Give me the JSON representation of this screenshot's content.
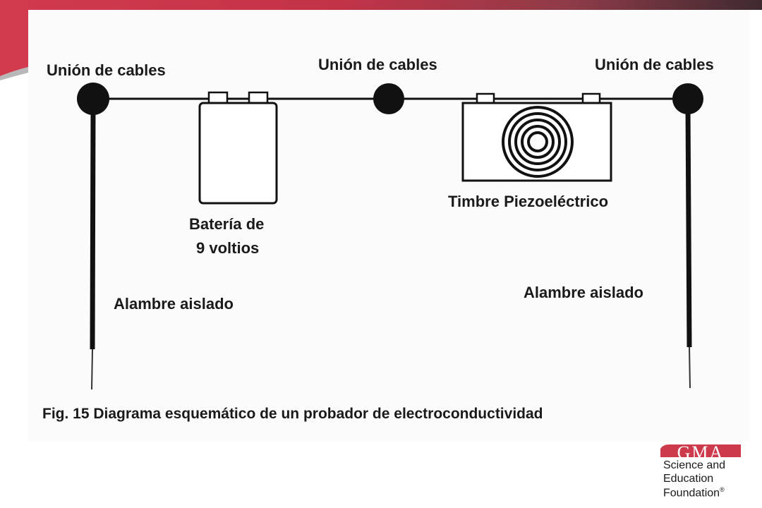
{
  "colors": {
    "brand_red": "#cc3a4c",
    "brand_dark": "#4a2a33",
    "wire": "#111111",
    "text": "#1a1a1a"
  },
  "labels": {
    "junction_left": "Unión de cables",
    "junction_center": "Unión de cables",
    "junction_right": "Unión de cables",
    "battery_line1": "Batería de",
    "battery_line2": "9 voltios",
    "buzzer": "Timbre Piezoeléctrico",
    "wire_left": "Alambre aislado",
    "wire_right": "Alambre aislado"
  },
  "caption": "Fig. 15  Diagrama esquemático de un probador de electroconductividad",
  "logo": {
    "mark": "GMA",
    "line1": "Science and",
    "line2": "Education",
    "line3": "Foundation",
    "registered": "®"
  }
}
